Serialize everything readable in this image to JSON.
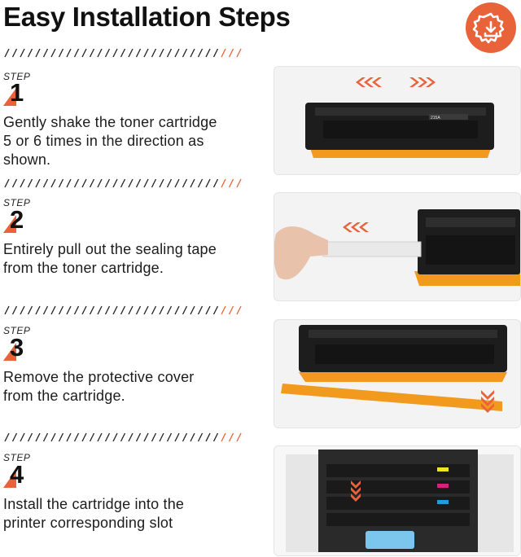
{
  "header": {
    "title": "Easy Installation Steps",
    "badge_icon": "gear-download-icon",
    "accent_color": "#e8633a"
  },
  "steps": [
    {
      "label": "STEP",
      "number": "1",
      "lines": [
        "Gently shake the toner cartridge",
        "5 or 6 times in the direction as",
        "shown."
      ],
      "image": "toner-shake-illustration"
    },
    {
      "label": "STEP",
      "number": "2",
      "lines": [
        "Entirely pull out the sealing tape",
        "from the toner cartridge."
      ],
      "image": "pull-tape-illustration"
    },
    {
      "label": "STEP",
      "number": "3",
      "lines": [
        "Remove the protective cover",
        "from the cartridge."
      ],
      "image": "remove-cover-illustration"
    },
    {
      "label": "STEP",
      "number": "4",
      "lines": [
        "Install the cartridge into the",
        "printer corresponding slot"
      ],
      "image": "printer-slot-illustration"
    }
  ],
  "cartridge_label": "215A"
}
